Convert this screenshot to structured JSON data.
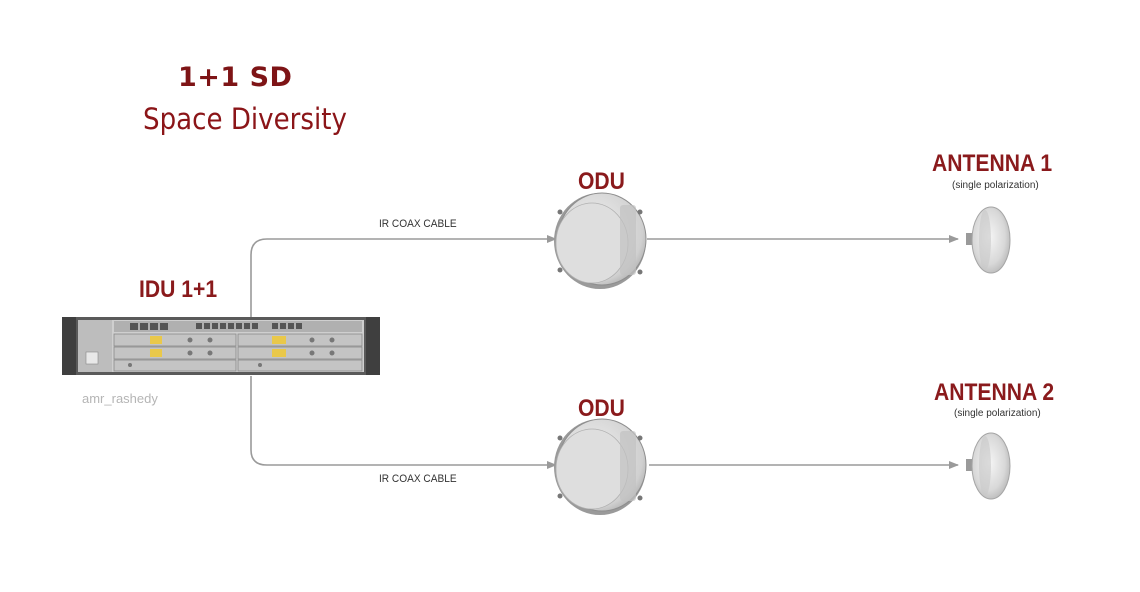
{
  "title": {
    "line1": "1+1 SD",
    "line2": "Space Diversity"
  },
  "idu": {
    "label": "IDU 1+1"
  },
  "odu_top": {
    "label": "ODU"
  },
  "odu_bottom": {
    "label": "ODU"
  },
  "antenna1": {
    "label": "ANTENNA 1",
    "note": "(single polarization)"
  },
  "antenna2": {
    "label": "ANTENNA 2",
    "note": "(single polarization)"
  },
  "cable_top": {
    "label": "IR COAX CABLE"
  },
  "cable_bottom": {
    "label": "IR COAX CABLE"
  },
  "watermark": "amr_rashedy",
  "colors": {
    "label": "#8a1a1c",
    "line": "#9a9a9a"
  }
}
